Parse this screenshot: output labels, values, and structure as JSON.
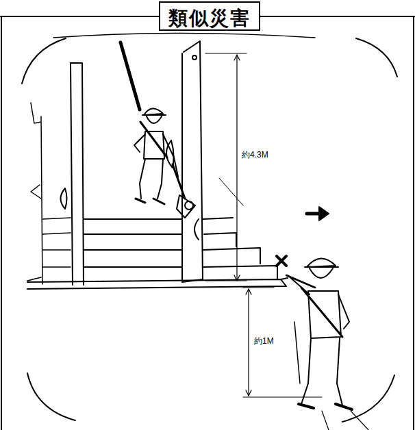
{
  "diagram": {
    "title": "類似災害",
    "labels": [
      "約4.3M",
      "約1M"
    ]
  }
}
